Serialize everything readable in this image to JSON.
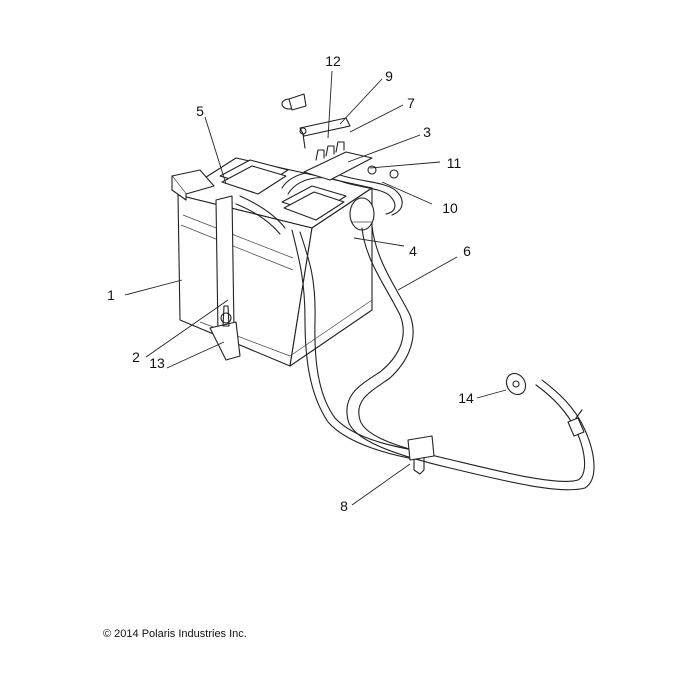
{
  "callouts": [
    "1",
    "2",
    "3",
    "4",
    "5",
    "6",
    "7",
    "8",
    "9",
    "10",
    "11",
    "12",
    "13",
    "14"
  ],
  "copyright": "© 2014 Polaris Industries Inc."
}
